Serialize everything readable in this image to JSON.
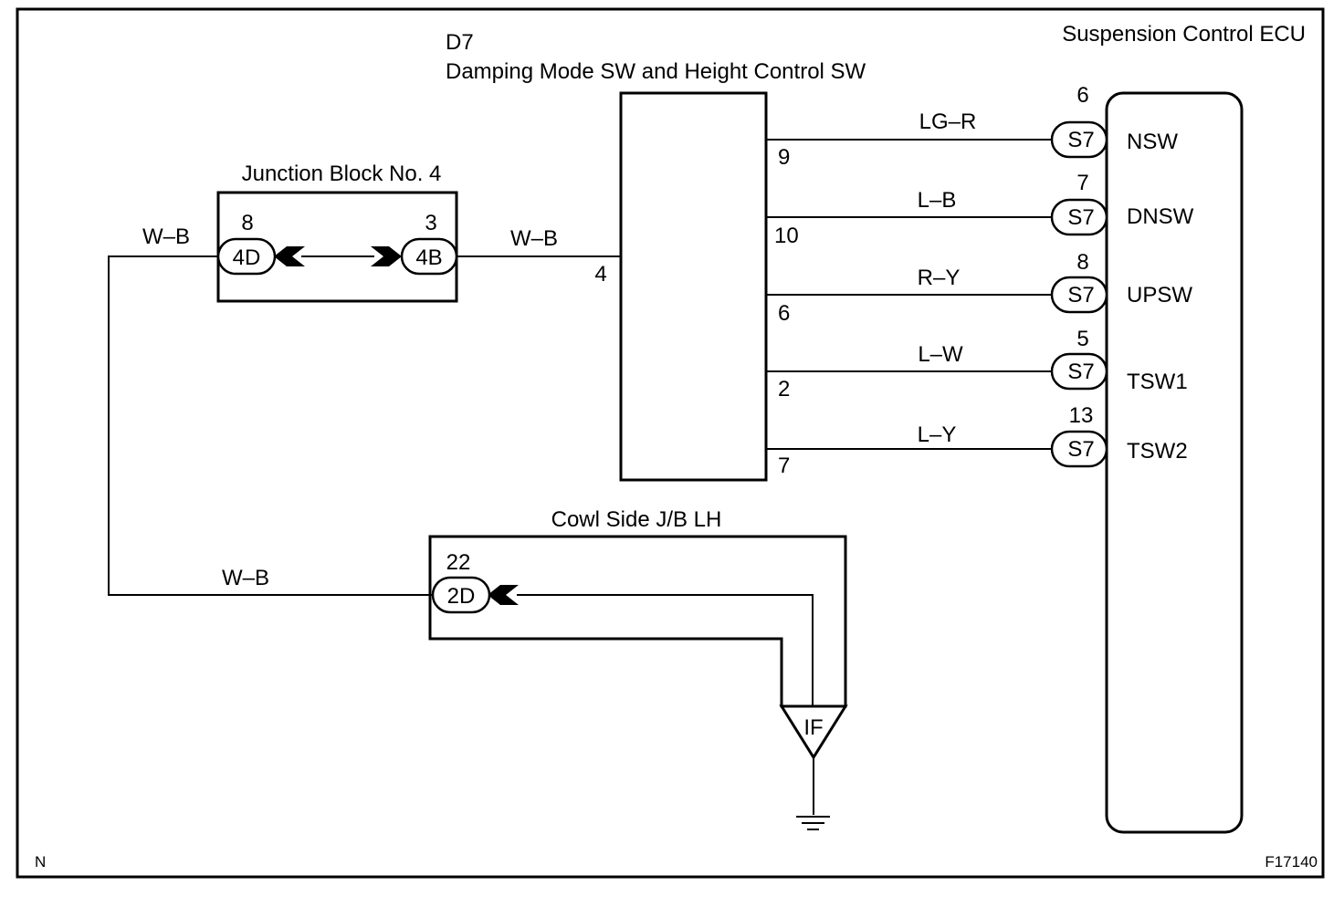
{
  "diagram": {
    "figure_id": "F17140",
    "corner_letter": "N",
    "ecu": {
      "title": "Suspension Control ECU",
      "pins": [
        {
          "num": "6",
          "conn": "S7",
          "name": "NSW"
        },
        {
          "num": "7",
          "conn": "S7",
          "name": "DNSW"
        },
        {
          "num": "8",
          "conn": "S7",
          "name": "UPSW"
        },
        {
          "num": "5",
          "conn": "S7",
          "name": "TSW1"
        },
        {
          "num": "13",
          "conn": "S7",
          "name": "TSW2"
        }
      ]
    },
    "switch": {
      "code": "D7",
      "title": "Damping Mode SW and Height Control SW",
      "left_pin": "4",
      "right_pins": [
        "9",
        "10",
        "6",
        "2",
        "7"
      ]
    },
    "wires": [
      "LG–R",
      "L–B",
      "R–Y",
      "L–W",
      "L–Y"
    ],
    "junction_block": {
      "title": "Junction Block No. 4",
      "left": {
        "num": "8",
        "conn": "4D"
      },
      "right": {
        "num": "3",
        "conn": "4B"
      }
    },
    "wb_labels": [
      "W–B",
      "W–B",
      "W–B"
    ],
    "cowl": {
      "title": "Cowl Side J/B LH",
      "num": "22",
      "conn": "2D",
      "ground_code": "IF"
    }
  }
}
